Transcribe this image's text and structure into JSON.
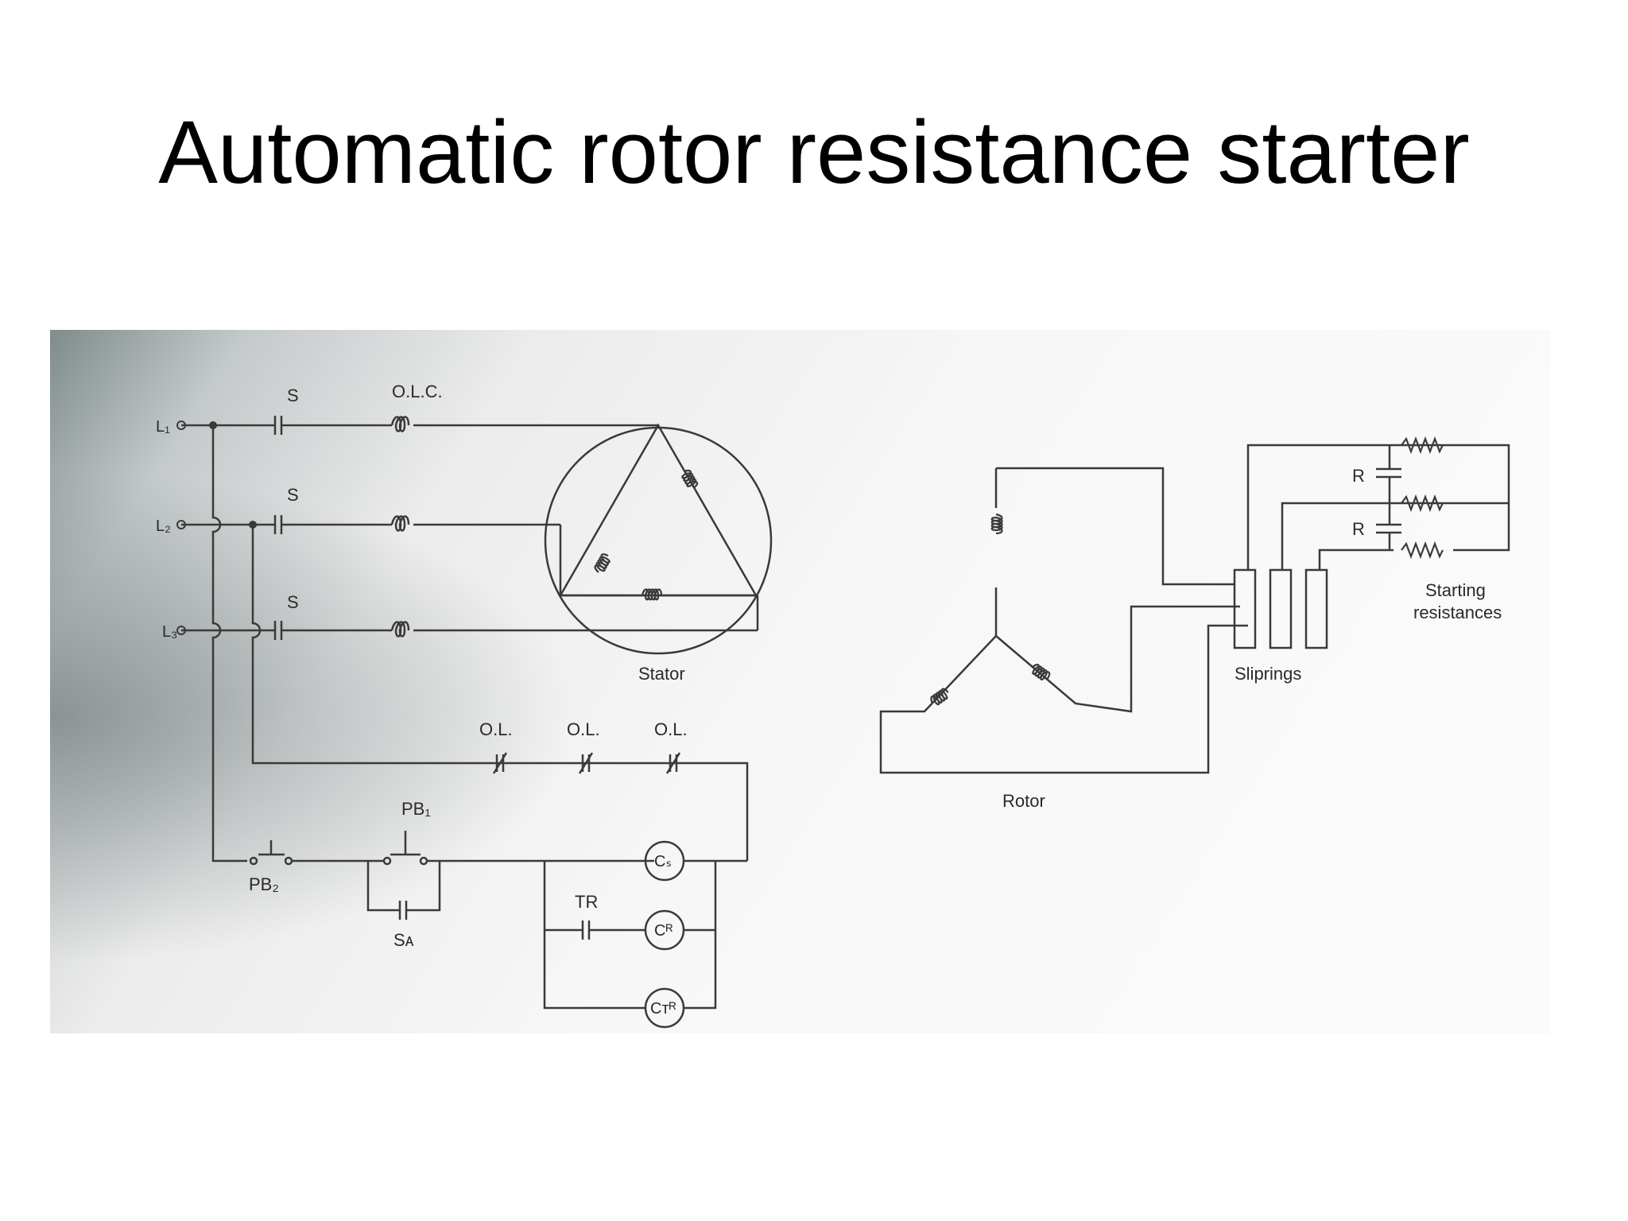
{
  "title": "Automatic rotor resistance starter",
  "labels": {
    "L1": "L₁",
    "L2": "L₂",
    "L3": "L₃",
    "S": "S",
    "OLC": "O.L.C.",
    "stator": "Stator",
    "OL": "O.L.",
    "PB1": "PB₁",
    "PB2": "PB₂",
    "SA": "Sᴀ",
    "TR": "TR",
    "CS": "Cₛ",
    "CR": "Cᴿ",
    "CTR": "Cᴛᴿ",
    "rotor": "Rotor",
    "R": "R",
    "sliprings": "Sliprings",
    "starting1": "Starting",
    "starting2": "resistances"
  },
  "colors": {
    "wire": "#3a3a3a",
    "paper": "#f2f2f2",
    "shadow": "#9aa3a6"
  }
}
